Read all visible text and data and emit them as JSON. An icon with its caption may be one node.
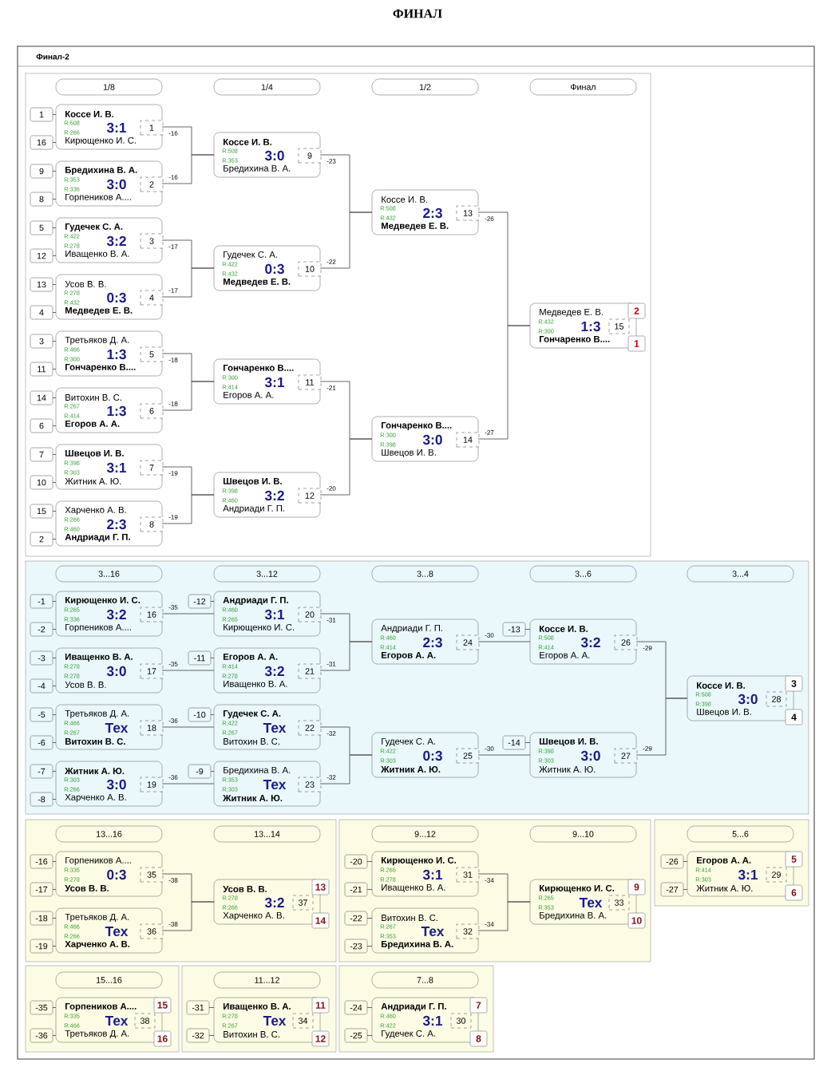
{
  "diagram": {
    "title": "ФИНАЛ",
    "nodes": [
      {
        "text": [
          "Финал-2"
        ]
      },
      {
        "text": [],
        "shape": "box",
        "in": 0
      },
      {
        "text": [
          "1/8"
        ],
        "in": 1
      },
      {
        "text": [
          "1/4"
        ],
        "in": 1
      },
      {
        "text": [
          "1/2"
        ],
        "in": 1
      },
      {
        "text": [
          "Финал"
        ],
        "in": 1
      },
      {
        "text": [
          "1"
        ],
        "in": 1
      },
      {
        "text": [
          "16"
        ],
        "in": 1
      },
      {
        "text": [
          "Коссе И. В.",
          "R:508",
          "3:1",
          "R:266",
          "Кирющенко И. С."
        ],
        "in": 1
      },
      {
        "text": [
          "1"
        ],
        "in": 8
      },
      {
        "text": [
          "9"
        ],
        "in": 1
      },
      {
        "text": [
          "8"
        ],
        "in": 1
      },
      {
        "text": [
          "Бредихина В. А.",
          "R:353",
          "3:0",
          "R:336",
          "Горпеников А...."
        ],
        "in": 1
      },
      {
        "text": [
          "2"
        ],
        "in": 12
      },
      {
        "text": [
          "5"
        ],
        "in": 1
      },
      {
        "text": [
          "12"
        ],
        "in": 1
      },
      {
        "text": [
          "Гудечек С. А.",
          "R:422",
          "3:2",
          "R:278",
          "Иващенко В. А."
        ],
        "in": 1
      },
      {
        "text": [
          "3"
        ],
        "in": 16
      },
      {
        "text": [
          "13"
        ],
        "in": 1
      },
      {
        "text": [
          "4"
        ],
        "in": 1
      },
      {
        "text": [
          "Усов В. В.",
          "R:278",
          "0:3",
          "R:432",
          "Медведев Е. В."
        ],
        "in": 1
      },
      {
        "text": [
          "4"
        ],
        "in": 20
      },
      {
        "text": [
          "3"
        ],
        "in": 1
      },
      {
        "text": [
          "11"
        ],
        "in": 1
      },
      {
        "text": [
          "Третьяков Д. А.",
          "R:466",
          "1:3",
          "R:300",
          "Гончаренко В...."
        ],
        "in": 1
      },
      {
        "text": [
          "5"
        ],
        "in": 24
      },
      {
        "text": [
          "14"
        ],
        "in": 1
      },
      {
        "text": [
          "6"
        ],
        "in": 1
      },
      {
        "text": [
          "Витохин В. С.",
          "R:267",
          "1:3",
          "R:414",
          "Егоров А. А."
        ],
        "in": 1
      },
      {
        "text": [
          "6"
        ],
        "in": 28
      },
      {
        "text": [
          "7"
        ],
        "in": 1
      },
      {
        "text": [
          "10"
        ],
        "in": 1
      },
      {
        "text": [
          "Швецов И. В.",
          "R:398",
          "3:1",
          "R:303",
          "Житник А. Ю."
        ],
        "in": 1
      },
      {
        "text": [
          "7"
        ],
        "in": 32
      },
      {
        "text": [
          "15"
        ],
        "in": 1
      },
      {
        "text": [
          "2"
        ],
        "in": 1
      },
      {
        "text": [
          "Харченко А. В.",
          "R:266",
          "2:3",
          "R:460",
          "Андриади Г. П."
        ],
        "in": 1
      },
      {
        "text": [
          "8"
        ],
        "in": 36
      },
      {
        "text": [
          "Коссе И. В.",
          "R:508",
          "3:0",
          "R:353",
          "Бредихина В. А."
        ],
        "in": 1
      },
      {
        "text": [
          "9"
        ],
        "in": 38
      },
      {
        "text": [
          "Гудечек С. А.",
          "R:422",
          "0:3",
          "R:432",
          "Медведев Е. В."
        ],
        "in": 1
      },
      {
        "text": [
          "10"
        ],
        "in": 40
      },
      {
        "text": [
          "Гончаренко В....",
          "R:300",
          "3:1",
          "R:414",
          "Егоров А. А."
        ],
        "in": 1
      },
      {
        "text": [
          "11"
        ],
        "in": 42
      },
      {
        "text": [
          "Швецов И. В.",
          "R:398",
          "3:2",
          "R:460",
          "Андриади Г. П."
        ],
        "in": 1
      },
      {
        "text": [
          "12"
        ],
        "in": 44
      },
      {
        "text": [
          "Коссе И. В.",
          "R:508",
          "2:3",
          "R:432",
          "Медведев Е. В."
        ],
        "in": 1
      },
      {
        "text": [
          "13"
        ],
        "in": 46
      },
      {
        "text": [
          "Гончаренко В....",
          "R:300",
          "3:0",
          "R:398",
          "Швецов И. В."
        ],
        "in": 1
      },
      {
        "text": [
          "14"
        ],
        "in": 48
      },
      {
        "text": [
          "Медведев Е. В.",
          "R:432",
          "1:3",
          "R:300",
          "Гончаренко В...."
        ],
        "in": 1
      },
      {
        "text": [
          "15"
        ],
        "in": 50
      },
      {
        "text": [
          "2"
        ],
        "in": 1
      },
      {
        "text": [
          "1"
        ],
        "in": 1
      },
      {
        "text": [],
        "shape": "box",
        "in": 0
      },
      {
        "text": [
          "3...16"
        ],
        "in": 54
      },
      {
        "text": [
          "3...12"
        ],
        "in": 54
      },
      {
        "text": [
          "3...8"
        ],
        "in": 54
      },
      {
        "text": [
          "3...6"
        ],
        "in": 54
      },
      {
        "text": [
          "3...4"
        ],
        "in": 54
      },
      {
        "text": [
          "-1"
        ],
        "in": 54
      },
      {
        "text": [
          "-2"
        ],
        "in": 54
      },
      {
        "text": [
          "Кирющенко И. С.",
          "R:265",
          "3:2",
          "R:336",
          "Горпеников А...."
        ],
        "in": 54
      },
      {
        "text": [
          "16"
        ],
        "in": 62
      },
      {
        "text": [
          "-3"
        ],
        "in": 54
      },
      {
        "text": [
          "-4"
        ],
        "in": 54
      },
      {
        "text": [
          "Иващенко В. А.",
          "R:278",
          "3:0",
          "R:278",
          "Усов В. В."
        ],
        "in": 54
      },
      {
        "text": [
          "17"
        ],
        "in": 66
      },
      {
        "text": [
          "-5"
        ],
        "in": 54
      },
      {
        "text": [
          "-6"
        ],
        "in": 54
      },
      {
        "text": [
          "Третьяков Д. А.",
          "R:466",
          "Тех",
          "R:267",
          "Витохин В. С."
        ],
        "in": 54
      },
      {
        "text": [
          "18"
        ],
        "in": 70
      },
      {
        "text": [
          "-7"
        ],
        "in": 54
      },
      {
        "text": [
          "-8"
        ],
        "in": 54
      },
      {
        "text": [
          "Житник А. Ю.",
          "R:303",
          "3:0",
          "R:266",
          "Харченко А. В."
        ],
        "in": 54
      },
      {
        "text": [
          "19"
        ],
        "in": 74
      },
      {
        "text": [
          "-12"
        ],
        "in": 54
      },
      {
        "text": [
          "Андриади Г. П.",
          "R:460",
          "3:1",
          "R:265",
          "Кирющенко И. С."
        ],
        "in": 54
      },
      {
        "text": [
          "20"
        ],
        "in": 77
      },
      {
        "text": [
          "-11"
        ],
        "in": 54
      },
      {
        "text": [
          "Егоров А. А.",
          "R:414",
          "3:2",
          "R:278",
          "Иващенко В. А."
        ],
        "in": 54
      },
      {
        "text": [
          "21"
        ],
        "in": 80
      },
      {
        "text": [
          "-10"
        ],
        "in": 54
      },
      {
        "text": [
          "Гудечек С. А.",
          "R:422",
          "Тех",
          "R:267",
          "Витохин В. С."
        ],
        "in": 54
      },
      {
        "text": [
          "22"
        ],
        "in": 83
      },
      {
        "text": [
          "-9"
        ],
        "in": 54
      },
      {
        "text": [
          "Бредихина В. А.",
          "R:353",
          "Тех",
          "R:303",
          "Житник А. Ю."
        ],
        "in": 54
      },
      {
        "text": [
          "23"
        ],
        "in": 86
      },
      {
        "text": [
          "Андриади Г. П.",
          "R:460",
          "2:3",
          "R:414",
          "Егоров А. А."
        ],
        "in": 54
      },
      {
        "text": [
          "24"
        ],
        "in": 88
      },
      {
        "text": [
          "Гудечек С. А.",
          "R:422",
          "0:3",
          "R:303",
          "Житник А. Ю."
        ],
        "in": 54
      },
      {
        "text": [
          "25"
        ],
        "in": 90
      },
      {
        "text": [
          "-13"
        ],
        "in": 54
      },
      {
        "text": [
          "Коссе И. В.",
          "R:508",
          "3:2",
          "R:414",
          "Егоров А. А."
        ],
        "in": 54
      },
      {
        "text": [
          "26"
        ],
        "in": 93
      },
      {
        "text": [
          "-14"
        ],
        "in": 54
      },
      {
        "text": [
          "Швецов И. В.",
          "R:398",
          "3:0",
          "R:303",
          "Житник А. Ю."
        ],
        "in": 54
      },
      {
        "text": [
          "27"
        ],
        "in": 96
      },
      {
        "text": [
          "Коссе И. В.",
          "R:508",
          "3:0",
          "R:398",
          "Швецов И. В."
        ],
        "in": 54
      },
      {
        "text": [
          "28"
        ],
        "in": 98
      },
      {
        "text": [
          "3"
        ],
        "in": 54
      },
      {
        "text": [
          "4"
        ],
        "in": 54
      },
      {
        "text": [],
        "shape": "box",
        "in": 0
      },
      {
        "text": [
          "13...16"
        ],
        "in": 102
      },
      {
        "text": [
          "13...14"
        ],
        "in": 102
      },
      {
        "text": [
          "-16"
        ],
        "in": 102
      },
      {
        "text": [
          "-17"
        ],
        "in": 102
      },
      {
        "text": [
          "Горпеников А....",
          "R:335",
          "0:3",
          "R:278",
          "Усов В. В."
        ],
        "in": 102
      },
      {
        "text": [
          "35"
        ],
        "in": 107
      },
      {
        "text": [
          "-18"
        ],
        "in": 102
      },
      {
        "text": [
          "-19"
        ],
        "in": 102
      },
      {
        "text": [
          "Третьяков Д. А.",
          "R:466",
          "Тех",
          "R:266",
          "Харченко А. В."
        ],
        "in": 102
      },
      {
        "text": [
          "36"
        ],
        "in": 111
      },
      {
        "text": [
          "Усов В. В.",
          "R:278",
          "3:2",
          "R:266",
          "Харченко А. В."
        ],
        "in": 102
      },
      {
        "text": [
          "37"
        ],
        "in": 113
      },
      {
        "text": [
          "13"
        ],
        "in": 102
      },
      {
        "text": [
          "14"
        ],
        "in": 102
      },
      {
        "text": [],
        "shape": "box",
        "in": 0
      },
      {
        "text": [
          "9...12"
        ],
        "in": 117
      },
      {
        "text": [
          "9...10"
        ],
        "in": 117
      },
      {
        "text": [
          "-20"
        ],
        "in": 117
      },
      {
        "text": [
          "-21"
        ],
        "in": 117
      },
      {
        "text": [
          "Кирющенко И. С.",
          "R:265",
          "3:1",
          "R:278",
          "Иващенко В. А."
        ],
        "in": 117
      },
      {
        "text": [
          "31"
        ],
        "in": 122
      },
      {
        "text": [
          "-22"
        ],
        "in": 117
      },
      {
        "text": [
          "-23"
        ],
        "in": 117
      },
      {
        "text": [
          "Витохин В. С.",
          "R:267",
          "Тех",
          "R:353",
          "Бредихина В. А."
        ],
        "in": 117
      },
      {
        "text": [
          "32"
        ],
        "in": 126
      },
      {
        "text": [
          "Кирющенко И. С.",
          "R:265",
          "Тех",
          "R:353",
          "Бредихина В. А."
        ],
        "in": 117
      },
      {
        "text": [
          "33"
        ],
        "in": 128
      },
      {
        "text": [
          "9"
        ],
        "in": 117
      },
      {
        "text": [
          "10"
        ],
        "in": 117
      },
      {
        "text": [],
        "shape": "box",
        "in": 0
      },
      {
        "text": [
          "5...6"
        ],
        "in": 132
      },
      {
        "text": [
          "-26"
        ],
        "in": 132
      },
      {
        "text": [
          "-27"
        ],
        "in": 132
      },
      {
        "text": [
          "Егоров А. А.",
          "R:414",
          "3:1",
          "R:303",
          "Житник А. Ю."
        ],
        "in": 132
      },
      {
        "text": [
          "29"
        ],
        "in": 136
      },
      {
        "text": [
          "5"
        ],
        "in": 132
      },
      {
        "text": [
          "6"
        ],
        "in": 132
      },
      {
        "text": [],
        "shape": "box",
        "in": 0
      },
      {
        "text": [
          "15...16"
        ],
        "in": 140
      },
      {
        "text": [
          "-35"
        ],
        "in": 140
      },
      {
        "text": [
          "-36"
        ],
        "in": 140
      },
      {
        "text": [
          "Горпеников А....",
          "R:335",
          "Тех",
          "R:466",
          "Третьяков Д. А."
        ],
        "in": 140
      },
      {
        "text": [
          "38"
        ],
        "in": 144
      },
      {
        "text": [
          "15"
        ],
        "in": 140
      },
      {
        "text": [
          "16"
        ],
        "in": 140
      },
      {
        "text": [],
        "shape": "box",
        "in": 0
      },
      {
        "text": [
          "11...12"
        ],
        "in": 148
      },
      {
        "text": [
          "-31"
        ],
        "in": 148
      },
      {
        "text": [
          "-32"
        ],
        "in": 148
      },
      {
        "text": [
          "Иващенко В. А.",
          "R:278",
          "Тех",
          "R:267",
          "Витохин В. С."
        ],
        "in": 148
      },
      {
        "text": [
          "34"
        ],
        "in": 152
      },
      {
        "text": [
          "11"
        ],
        "in": 148
      },
      {
        "text": [
          "12"
        ],
        "in": 148
      },
      {
        "text": [],
        "shape": "box",
        "in": 0
      },
      {
        "text": [
          "7...8"
        ],
        "in": 156
      },
      {
        "text": [
          "-24"
        ],
        "in": 156
      },
      {
        "text": [
          "-25"
        ],
        "in": 156
      },
      {
        "text": [
          "Андриади Г. П.",
          "R:460",
          "3:1",
          "R:422",
          "Гудечек С. А."
        ],
        "in": 156
      },
      {
        "text": [
          "30"
        ],
        "in": 160
      },
      {
        "text": [
          "7"
        ],
        "in": 156
      },
      {
        "text": [
          "8"
        ],
        "in": 156
      }
    ],
    "edges": [
      {
        "from": 6,
        "to": 8,
        "arrow": "none"
      },
      {
        "from": 7,
        "to": 8,
        "arrow": "none"
      },
      {
        "from": 10,
        "to": 12,
        "arrow": "none"
      },
      {
        "from": 11,
        "to": 12,
        "arrow": "none"
      },
      {
        "from": 14,
        "to": 16,
        "arrow": "none"
      },
      {
        "from": 15,
        "to": 16,
        "arrow": "none"
      },
      {
        "from": 18,
        "to": 20,
        "arrow": "none"
      },
      {
        "from": 19,
        "to": 20,
        "arrow": "none"
      },
      {
        "from": 22,
        "to": 24,
        "arrow": "none"
      },
      {
        "from": 23,
        "to": 24,
        "arrow": "none"
      },
      {
        "from": 26,
        "to": 28,
        "arrow": "none"
      },
      {
        "from": 27,
        "to": 28,
        "arrow": "none"
      },
      {
        "from": 30,
        "to": 32,
        "arrow": "none"
      },
      {
        "from": 31,
        "to": 32,
        "arrow": "none"
      },
      {
        "from": 34,
        "to": 36,
        "arrow": "none"
      },
      {
        "from": 35,
        "to": 36,
        "arrow": "none"
      },
      {
        "from": 60,
        "to": 62,
        "arrow": "none"
      },
      {
        "from": 61,
        "to": 62,
        "arrow": "none"
      },
      {
        "from": 64,
        "to": 66,
        "arrow": "none"
      },
      {
        "from": 65,
        "to": 66,
        "arrow": "none"
      },
      {
        "from": 68,
        "to": 70,
        "arrow": "none"
      },
      {
        "from": 69,
        "to": 70,
        "arrow": "none"
      },
      {
        "from": 72,
        "to": 74,
        "arrow": "none"
      },
      {
        "from": 73,
        "to": 74,
        "arrow": "none"
      },
      {
        "from": 76,
        "to": 77,
        "arrow": "none"
      },
      {
        "from": 79,
        "to": 80,
        "arrow": "none"
      },
      {
        "from": 82,
        "to": 83,
        "arrow": "none"
      },
      {
        "from": 85,
        "to": 86,
        "arrow": "none"
      },
      {
        "from": 92,
        "to": 93,
        "arrow": "none"
      },
      {
        "from": 95,
        "to": 96,
        "arrow": "none"
      },
      {
        "from": 105,
        "to": 107,
        "arrow": "none"
      },
      {
        "from": 106,
        "to": 107,
        "arrow": "none"
      },
      {
        "from": 109,
        "to": 111,
        "arrow": "none"
      },
      {
        "from": 110,
        "to": 111,
        "arrow": "none"
      },
      {
        "from": 120,
        "to": 122,
        "arrow": "none"
      },
      {
        "from": 121,
        "to": 122,
        "arrow": "none"
      },
      {
        "from": 124,
        "to": 126,
        "arrow": "none"
      },
      {
        "from": 125,
        "to": 126,
        "arrow": "none"
      },
      {
        "from": 134,
        "to": 136,
        "arrow": "none"
      },
      {
        "from": 135,
        "to": 136,
        "arrow": "none"
      },
      {
        "from": 142,
        "to": 144,
        "arrow": "none"
      },
      {
        "from": 143,
        "to": 144,
        "arrow": "none"
      },
      {
        "from": 150,
        "to": 152,
        "arrow": "none"
      },
      {
        "from": 151,
        "to": 152,
        "arrow": "none"
      },
      {
        "from": 158,
        "to": 160,
        "arrow": "none"
      },
      {
        "from": 159,
        "to": 160,
        "arrow": "none"
      },
      {
        "from": 8,
        "to": 38,
        "arrow": "none",
        "label": "-16"
      },
      {
        "from": 12,
        "to": 38,
        "arrow": "none",
        "label": "-16"
      },
      {
        "from": 16,
        "to": 40,
        "arrow": "none",
        "label": "-17"
      },
      {
        "from": 20,
        "to": 40,
        "arrow": "none",
        "label": "-17"
      },
      {
        "from": 24,
        "to": 42,
        "arrow": "none",
        "label": "-18"
      },
      {
        "from": 28,
        "to": 42,
        "arrow": "none",
        "label": "-18"
      },
      {
        "from": 32,
        "to": 44,
        "arrow": "none",
        "label": "-19"
      },
      {
        "from": 36,
        "to": 44,
        "arrow": "none",
        "label": "-19"
      },
      {
        "from": 38,
        "to": 46,
        "arrow": "none",
        "label": "-23"
      },
      {
        "from": 40,
        "to": 46,
        "arrow": "none",
        "label": "-22"
      },
      {
        "from": 42,
        "to": 48,
        "arrow": "none",
        "label": "-21"
      },
      {
        "from": 44,
        "to": 48,
        "arrow": "none",
        "label": "-20"
      },
      {
        "from": 46,
        "to": 50,
        "arrow": "none",
        "label": "-26"
      },
      {
        "from": 48,
        "to": 50,
        "arrow": "none",
        "label": "-27"
      },
      {
        "from": 62,
        "to": 77,
        "arrow": "none",
        "label": "-35"
      },
      {
        "from": 66,
        "to": 80,
        "arrow": "none",
        "label": "-35"
      },
      {
        "from": 70,
        "to": 83,
        "arrow": "none",
        "label": "-36"
      },
      {
        "from": 74,
        "to": 86,
        "arrow": "none",
        "label": "-36"
      },
      {
        "from": 77,
        "to": 88,
        "arrow": "none",
        "label": "-31"
      },
      {
        "from": 80,
        "to": 88,
        "arrow": "none",
        "label": "-31"
      },
      {
        "from": 83,
        "to": 90,
        "arrow": "none",
        "label": "-32"
      },
      {
        "from": 86,
        "to": 90,
        "arrow": "none",
        "label": "-32"
      },
      {
        "from": 88,
        "to": 93,
        "arrow": "none",
        "label": "-30"
      },
      {
        "from": 90,
        "to": 96,
        "arrow": "none",
        "label": "-30"
      },
      {
        "from": 93,
        "to": 98,
        "arrow": "none",
        "label": "-29"
      },
      {
        "from": 96,
        "to": 98,
        "arrow": "none",
        "label": "-29"
      },
      {
        "from": 107,
        "to": 113,
        "arrow": "none",
        "label": "-38"
      },
      {
        "from": 111,
        "to": 113,
        "arrow": "none",
        "label": "-38"
      },
      {
        "from": 122,
        "to": 128,
        "arrow": "none",
        "label": "-34"
      },
      {
        "from": 126,
        "to": 128,
        "arrow": "none",
        "label": "-34"
      }
    ]
  }
}
